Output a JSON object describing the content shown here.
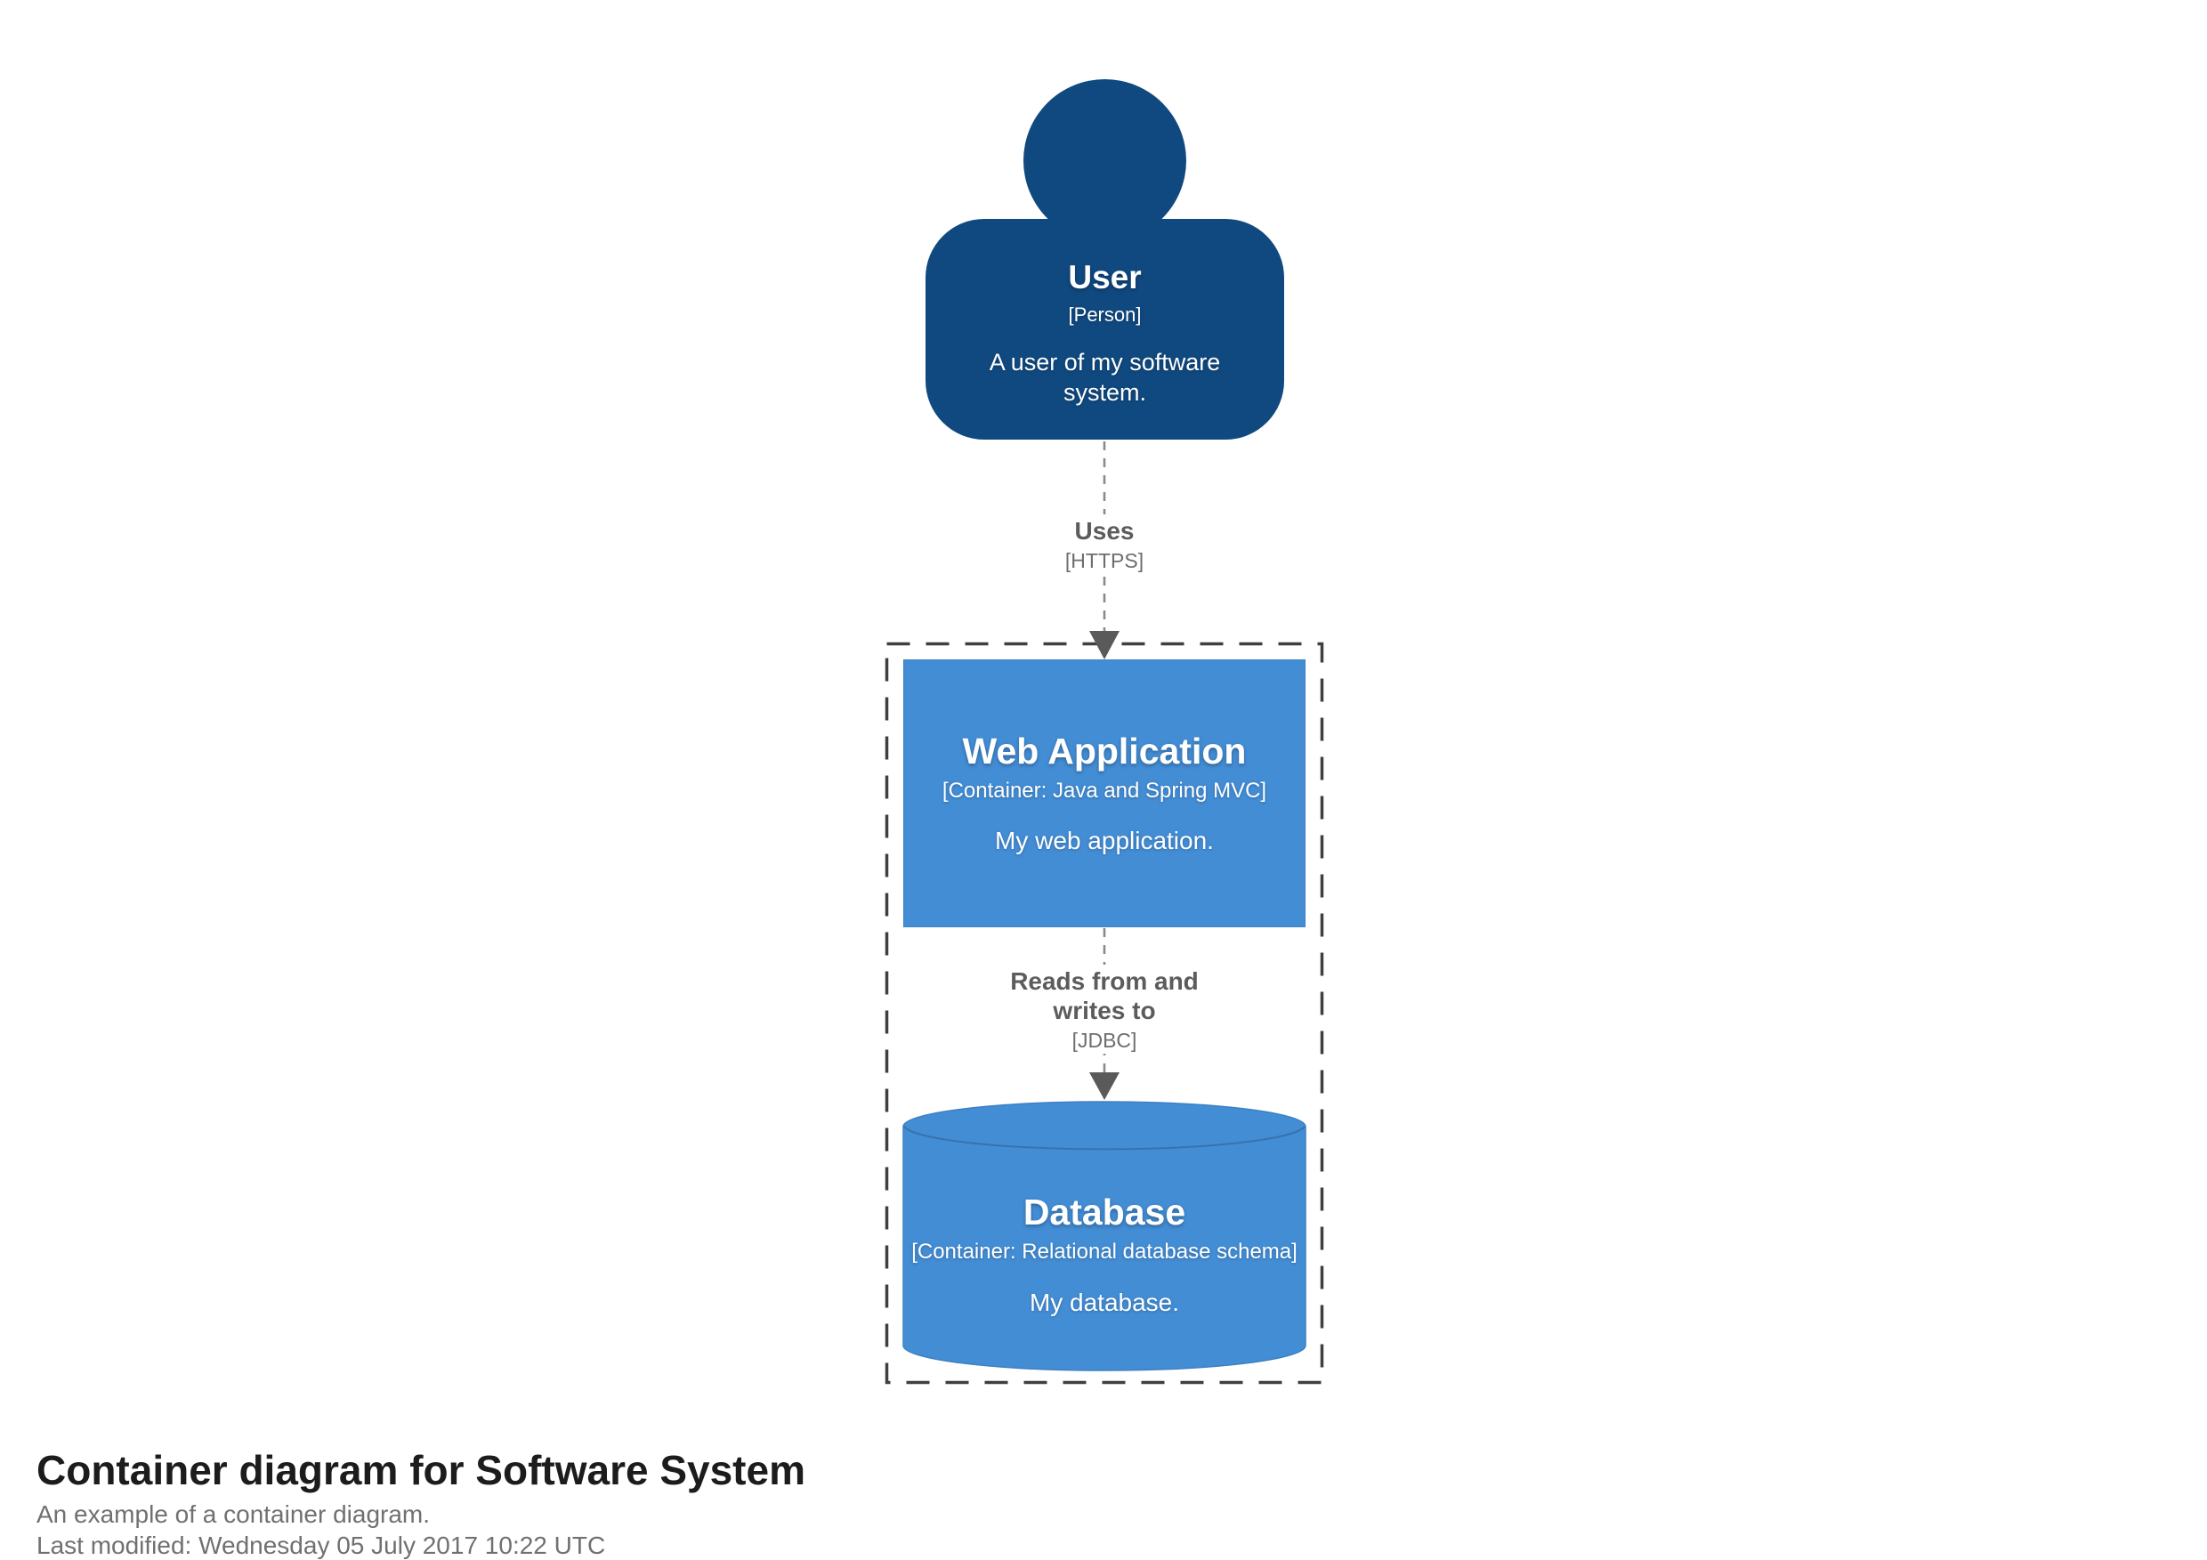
{
  "diagram": {
    "person": {
      "name": "User",
      "meta": "[Person]",
      "description": "A user of my software system."
    },
    "relationships": {
      "uses": {
        "name": "Uses",
        "technology": "[HTTPS]"
      },
      "jdbc": {
        "name": "Reads from and writes to",
        "technology": "[JDBC]"
      }
    },
    "containers": {
      "webapp": {
        "name": "Web Application",
        "meta": "[Container: Java and Spring MVC]",
        "description": "My web application."
      },
      "database": {
        "name": "Database",
        "meta": "[Container: Relational database schema]",
        "description": "My database."
      }
    },
    "colors": {
      "person": "#10497F",
      "container": "#438DD5",
      "container-border": "#3D80C2",
      "relationship-line": "#8A8A8A",
      "relationship-text": "#5C5C5C",
      "relationship-tech": "#6E6E6E",
      "arrowhead": "#5A5A5A",
      "boundary": "#3F3F3F",
      "footer-title": "#1C1C1C",
      "footer-muted": "#707070"
    }
  },
  "footer": {
    "title": "Container diagram for Software System",
    "subtitle": "An example of a container diagram.",
    "last_modified": "Last modified: Wednesday 05 July 2017 10:22 UTC"
  }
}
